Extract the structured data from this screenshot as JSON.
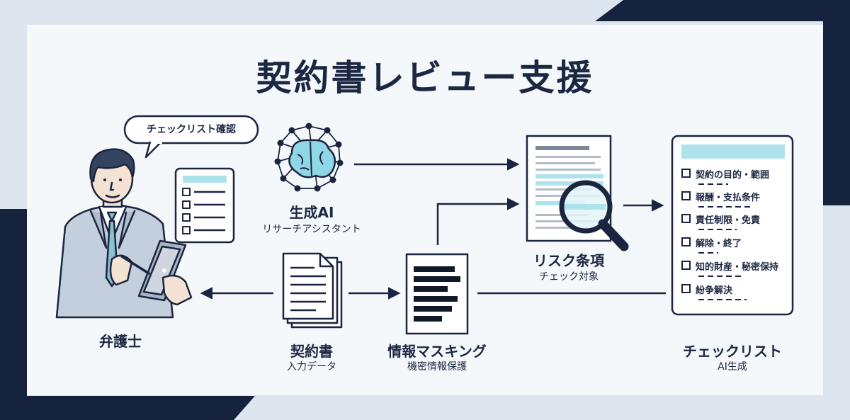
{
  "title": "契約書レビュー支援",
  "speech_bubble": "チェックリスト確認",
  "nodes": {
    "lawyer": {
      "label": "弁護士"
    },
    "ai": {
      "label": "生成AI",
      "sublabel": "リサーチアシスタント"
    },
    "contract": {
      "label": "契約書",
      "sublabel": "入力データ"
    },
    "masking": {
      "label": "情報マスキング",
      "sublabel": "機密情報保護"
    },
    "risk": {
      "label": "リスク条項",
      "sublabel": "チェック対象"
    },
    "checklist": {
      "label": "チェックリスト",
      "sublabel": "AI生成",
      "items": [
        "契約の目的・範囲",
        "報酬・支払条件",
        "責任制限・免責",
        "解除・終了",
        "知的財産・秘密保持",
        "紛争解決"
      ]
    }
  },
  "colors": {
    "navy": "#16233f",
    "accent": "#aee3ee",
    "background": "#dde6ee",
    "card": "#f5f8fb"
  },
  "icons": [
    "brain-network-icon",
    "document-stack-icon",
    "redacted-document-icon",
    "magnifier-icon",
    "tablet-icon",
    "lawyer-icon"
  ]
}
